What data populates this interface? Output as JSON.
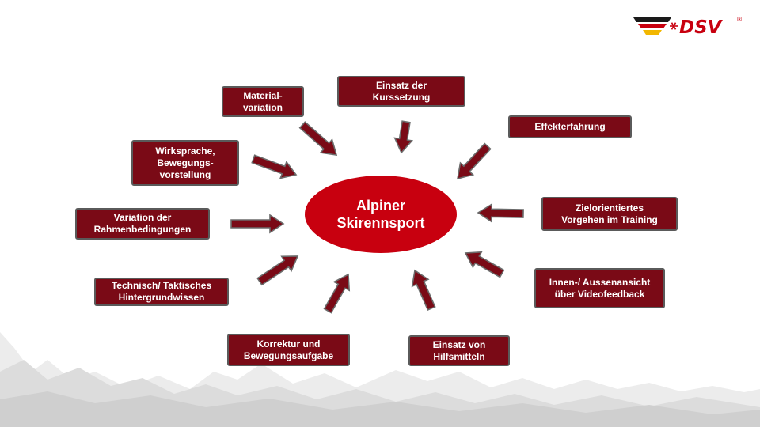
{
  "logo": {
    "text": "DSV",
    "mark": "®",
    "icon": "snowflake-icon",
    "stripe_colors": [
      "#1a1a1a",
      "#c8000f",
      "#f2b700"
    ]
  },
  "center": {
    "label": "Alpiner\nSkirennsport",
    "color": "#c8000f"
  },
  "colors": {
    "box_fill": "#7a0a16",
    "box_border": "#5a5a5a",
    "arrow_fill": "#7a0a16"
  },
  "boxes": [
    {
      "id": "materialvariation",
      "label": "Material-\nvariation"
    },
    {
      "id": "kurssetzung",
      "label": "Einsatz der\nKurssetzung"
    },
    {
      "id": "effekterfahrung",
      "label": "Effekterfahrung"
    },
    {
      "id": "wirksprache",
      "label": "Wirksprache,\nBewegungs-\nvorstellung"
    },
    {
      "id": "zielorientiertes",
      "label": "Zielorientiertes\nVorgehen im Training"
    },
    {
      "id": "rahmenbedingungen",
      "label": "Variation der\nRahmenbedingungen"
    },
    {
      "id": "videofeedback",
      "label": "Innen-/ Aussenansicht\nüber Videofeedback"
    },
    {
      "id": "hintergrundwissen",
      "label": "Technisch/ Taktisches\nHintergrundwissen"
    },
    {
      "id": "korrektur",
      "label": "Korrektur und\nBewegungsaufgabe"
    },
    {
      "id": "hilfsmitteln",
      "label": "Einsatz von\nHilfsmitteln"
    }
  ]
}
